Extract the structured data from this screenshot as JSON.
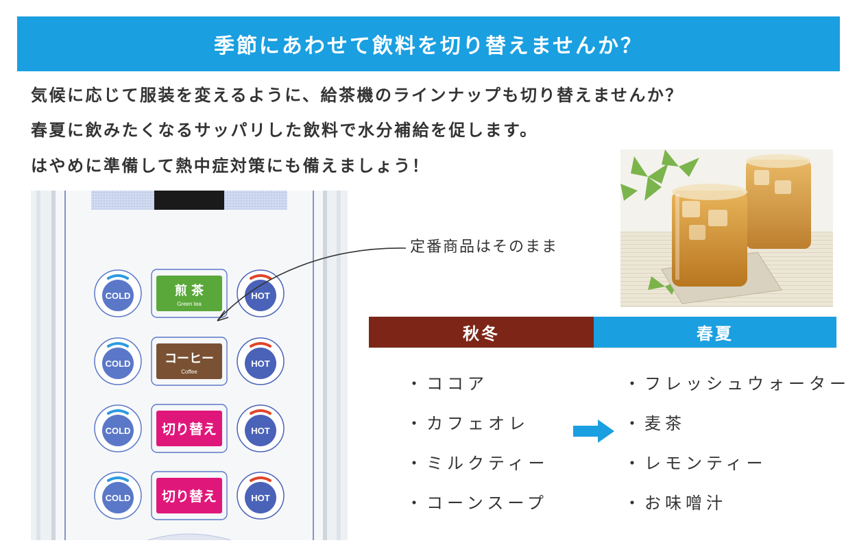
{
  "banner": {
    "title": "季節にあわせて飲料を切り替えませんか？"
  },
  "intro": {
    "line1": "気候に応じて服装を変えるように、給茶機のラインナップも切り替えませんか？",
    "line2": "春夏に飲みたくなるサッパリした飲料で水分補給を促します。",
    "line3": "はやめに準備して熱中症対策にも備えましょう！"
  },
  "callout": {
    "label": "定番商品はそのまま"
  },
  "machine": {
    "rows": [
      {
        "cold": "COLD",
        "main": "煎 茶",
        "sub": "Green tea",
        "hot": "HOT",
        "color": "#5aa83a"
      },
      {
        "cold": "COLD",
        "main": "コーヒー",
        "sub": "Coffee",
        "hot": "HOT",
        "color": "#7a5233"
      },
      {
        "cold": "COLD",
        "main": "切り替え",
        "sub": "",
        "hot": "HOT",
        "color": "#e0177a"
      },
      {
        "cold": "COLD",
        "main": "切り替え",
        "sub": "",
        "hot": "HOT",
        "color": "#e0177a"
      }
    ]
  },
  "seasons": {
    "autumn": {
      "title": "秋冬",
      "color": "#7d2618",
      "items": [
        "・ココア",
        "・カフェオレ",
        "・ミルクティー",
        "・コーンスープ"
      ]
    },
    "spring": {
      "title": "春夏",
      "color": "#1a9fe0",
      "items": [
        "・フレッシュウォーター",
        "・麦茶",
        "・レモンティー",
        "・お味噌汁"
      ]
    }
  },
  "colors": {
    "accent_blue": "#1a9fe0",
    "autumn_brown": "#7d2618",
    "cold_blue": "#5b78c8",
    "hot_blue": "#4a62b8",
    "arrow_blue": "#1a9fe0"
  },
  "icons": {
    "transition": "right-arrow-icon",
    "callout": "curved-arrow-icon"
  }
}
